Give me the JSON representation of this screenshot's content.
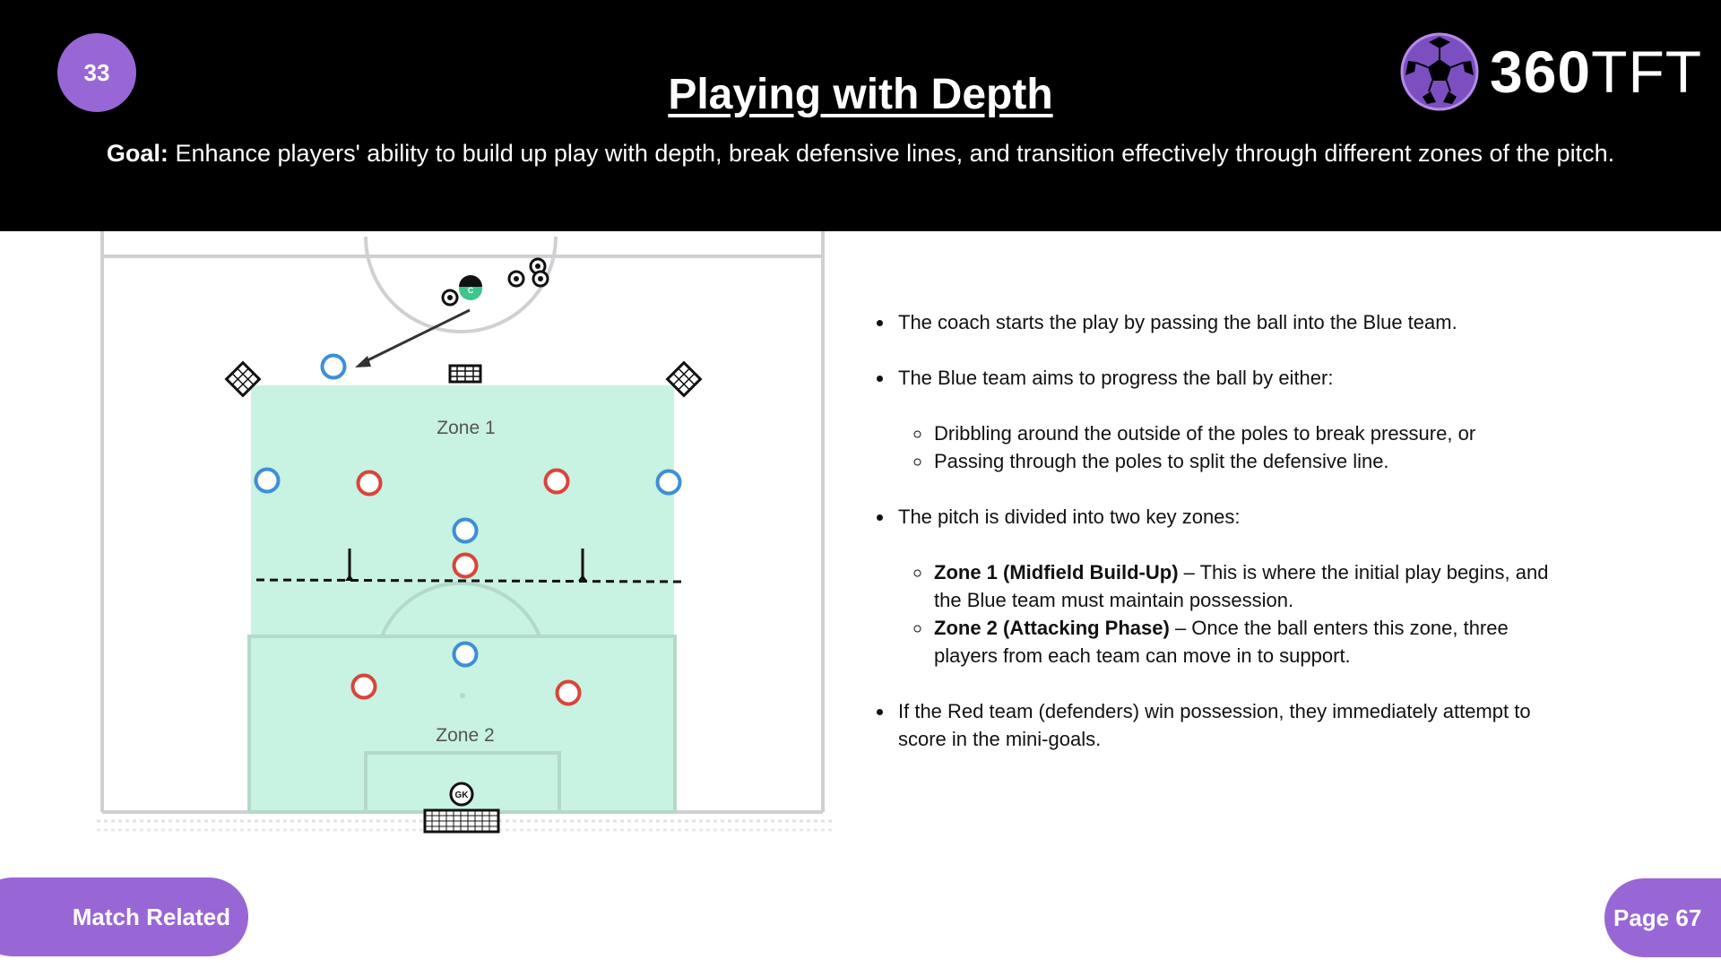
{
  "page_badge": "33",
  "title": "Playing with Depth",
  "goal": {
    "label": "Goal:",
    "text": "Enhance players' ability to build up play with depth, break defensive lines, and transition effectively through different zones of the pitch."
  },
  "brand": {
    "part1": "360",
    "part2": "TFT",
    "icon": "soccer-ball-icon"
  },
  "diagram": {
    "zone1_label": "Zone 1",
    "zone2_label": "Zone 2",
    "coach_marker": "C",
    "goalkeeper_marker": "GK",
    "colors": {
      "blue_team": "#3d8fd6",
      "red_team": "#d9443a",
      "zone": "#c8f2e1",
      "coach": "#3cc68c"
    }
  },
  "notes": {
    "b1": "The coach starts the play by passing the ball into the Blue team.",
    "b2": "The Blue team aims to progress the ball by either:",
    "b2_sub1": "Dribbling around the outside of the poles to break pressure, or",
    "b2_sub2": "Passing through the poles to split the defensive line.",
    "b3": "The pitch is divided into two key zones:",
    "b3_sub1_bold": "Zone 1 (Midfield Build-Up)",
    "b3_sub1_text": " – This is where the initial play begins, and the Blue team must maintain possession.",
    "b3_sub2_bold": "Zone 2 (Attacking Phase)",
    "b3_sub2_text": " – Once the ball enters this zone, three players from each team can move in to support.",
    "b4": "If the Red team (defenders) win possession, they immediately attempt to score in the mini-goals."
  },
  "footer": {
    "category": "Match Related",
    "page": "Page 67"
  }
}
